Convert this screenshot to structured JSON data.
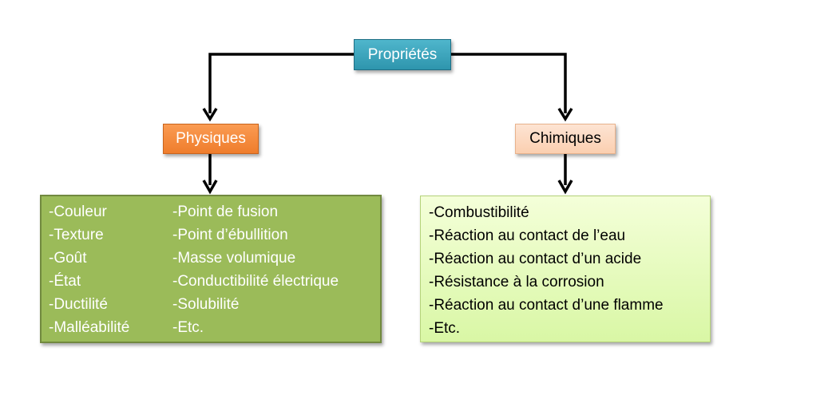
{
  "diagram": {
    "root": {
      "label": "Propriétés"
    },
    "branches": [
      {
        "label": "Physiques",
        "columns": [
          [
            "-Couleur",
            "-Texture",
            "-Goût",
            "-État",
            "-Ductilité",
            "-Malléabilité"
          ],
          [
            "-Point de fusion",
            "-Point d’ébullition",
            "-Masse volumique",
            "-Conductibilité électrique",
            "-Solubilité",
            "-Etc."
          ]
        ]
      },
      {
        "label": "Chimiques",
        "items": [
          "-Combustibilité",
          "-Réaction au contact de l’eau",
          "-Réaction au contact d’un acide",
          "-Résistance à la corrosion",
          "-Réaction au contact d’une flamme",
          "-Etc."
        ]
      }
    ],
    "colors": {
      "root": "#31849b",
      "physiques": "#f79646",
      "chimiques": "#fcd5b5",
      "physiques_box": "#9bbb59",
      "chimiques_box": "#ebf9c8",
      "connector": "#000000"
    }
  }
}
